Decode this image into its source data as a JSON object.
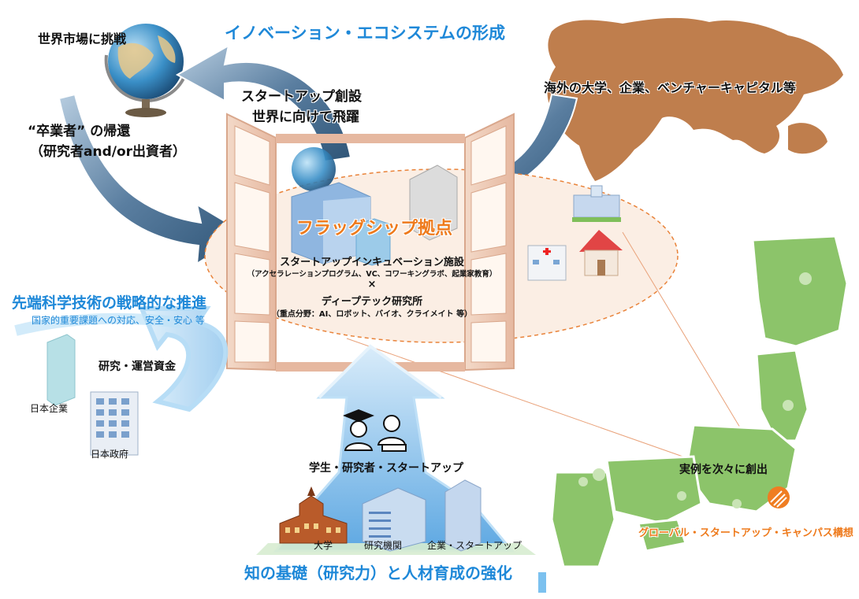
{
  "header": {
    "title": "イノベーション・エコシステムの形成"
  },
  "globe_section": {
    "challenge": "世界市場に挑戦",
    "return_line1": "“卒業者” の帰還",
    "return_line2": "（研究者and/or出資者）"
  },
  "startup_launch": {
    "line1": "スタートアップ創設",
    "line2": "世界に向けて飛躍"
  },
  "overseas": {
    "label": "海外の大学、企業、ベンチャーキャピタル等"
  },
  "hub": {
    "title": "フラッグシップ拠点",
    "incubation": "スタートアップインキュベーション施設",
    "incubation_detail": "（アクセラレーションプログラム、VC、コワーキングラボ、起業家教育）",
    "times": "×",
    "deeptech": "ディープテック研究所",
    "deeptech_detail": "（重点分野：AI、ロボット、バイオ、クライメイト 等）"
  },
  "strategy": {
    "title": "先端科学技術の戦略的な推進",
    "subtitle": "国家的重要課題への対応、安全・安心 等",
    "funding": "研究・運営資金",
    "company": "日本企業",
    "government": "日本政府"
  },
  "foundation": {
    "people": "学生・研究者・スタートアップ",
    "university": "大学",
    "research_institute": "研究機関",
    "company_startup": "企業・スタートアップ",
    "title": "知の基礎（研究力）と人材育成の強化"
  },
  "japan_map": {
    "examples": "実例を次々に創出",
    "campus": "グローバル・スタートアップ・キャンパス構想"
  },
  "colors": {
    "accent_blue": "#1e88d8",
    "accent_orange": "#ee7a1c",
    "map_green": "#8cc46a",
    "world_brown": "#b8703a"
  },
  "icons": [
    "globe-icon",
    "world-map-icon",
    "building-icon",
    "hospital-icon",
    "house-icon",
    "school-icon",
    "graduate-icon",
    "researcher-icon",
    "japan-map-icon"
  ]
}
